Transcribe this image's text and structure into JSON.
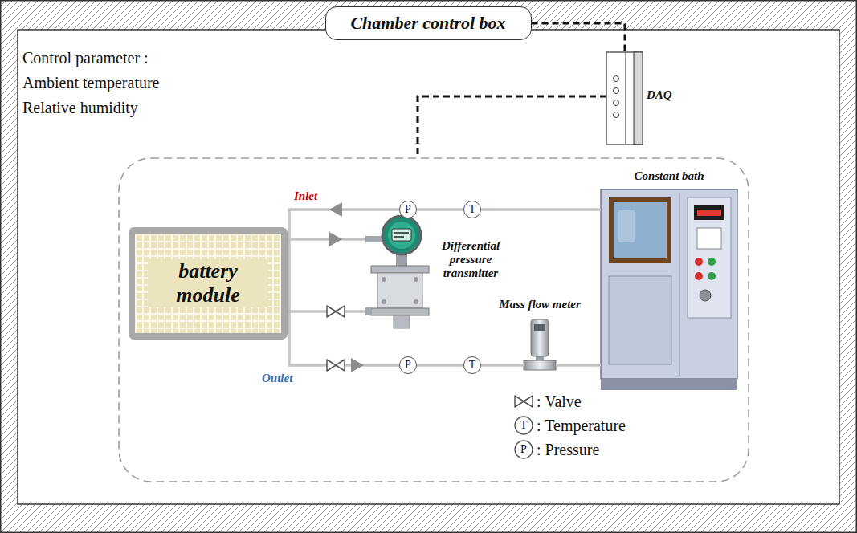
{
  "diagram": {
    "nodes": [
      {
        "text": [
          "Chamber control box"
        ]
      },
      {
        "text": [
          "DAQ"
        ]
      },
      {
        "text": [
          "Constant bath"
        ]
      },
      {
        "text": [
          "battery module"
        ]
      },
      {
        "text": [
          "P"
        ]
      },
      {
        "text": [
          "T"
        ]
      },
      {
        "text": [
          "Differential pressure transmitter"
        ]
      },
      {
        "text": [
          "Mass flow meter"
        ]
      },
      {
        "text": [
          "P"
        ]
      },
      {
        "text": [
          "T"
        ]
      }
    ],
    "edges": [
      {
        "from": 0,
        "to": 1,
        "arrow": "none"
      },
      {
        "from": 2,
        "to": 5,
        "arrow": "none"
      },
      {
        "from": 5,
        "to": 4,
        "arrow": "none"
      },
      {
        "from": 4,
        "to": 3,
        "arrow": "to"
      },
      {
        "from": 3,
        "to": 6,
        "arrow": "to"
      },
      {
        "from": 3,
        "to": 6,
        "arrow": "none"
      },
      {
        "from": 3,
        "to": 8,
        "arrow": "to"
      },
      {
        "from": 8,
        "to": 9,
        "arrow": "none"
      },
      {
        "from": 9,
        "to": 7,
        "arrow": "none"
      },
      {
        "from": 7,
        "to": 2,
        "arrow": "none"
      }
    ],
    "labels": [
      "Control parameter :",
      "Ambient temperature",
      "Relative humidity",
      "Inlet",
      "Outlet",
      "T",
      "P"
    ],
    "legend": [
      {
        "text": ": Valve"
      },
      {
        "text": ": Temperature"
      },
      {
        "text": ": Pressure"
      }
    ]
  }
}
